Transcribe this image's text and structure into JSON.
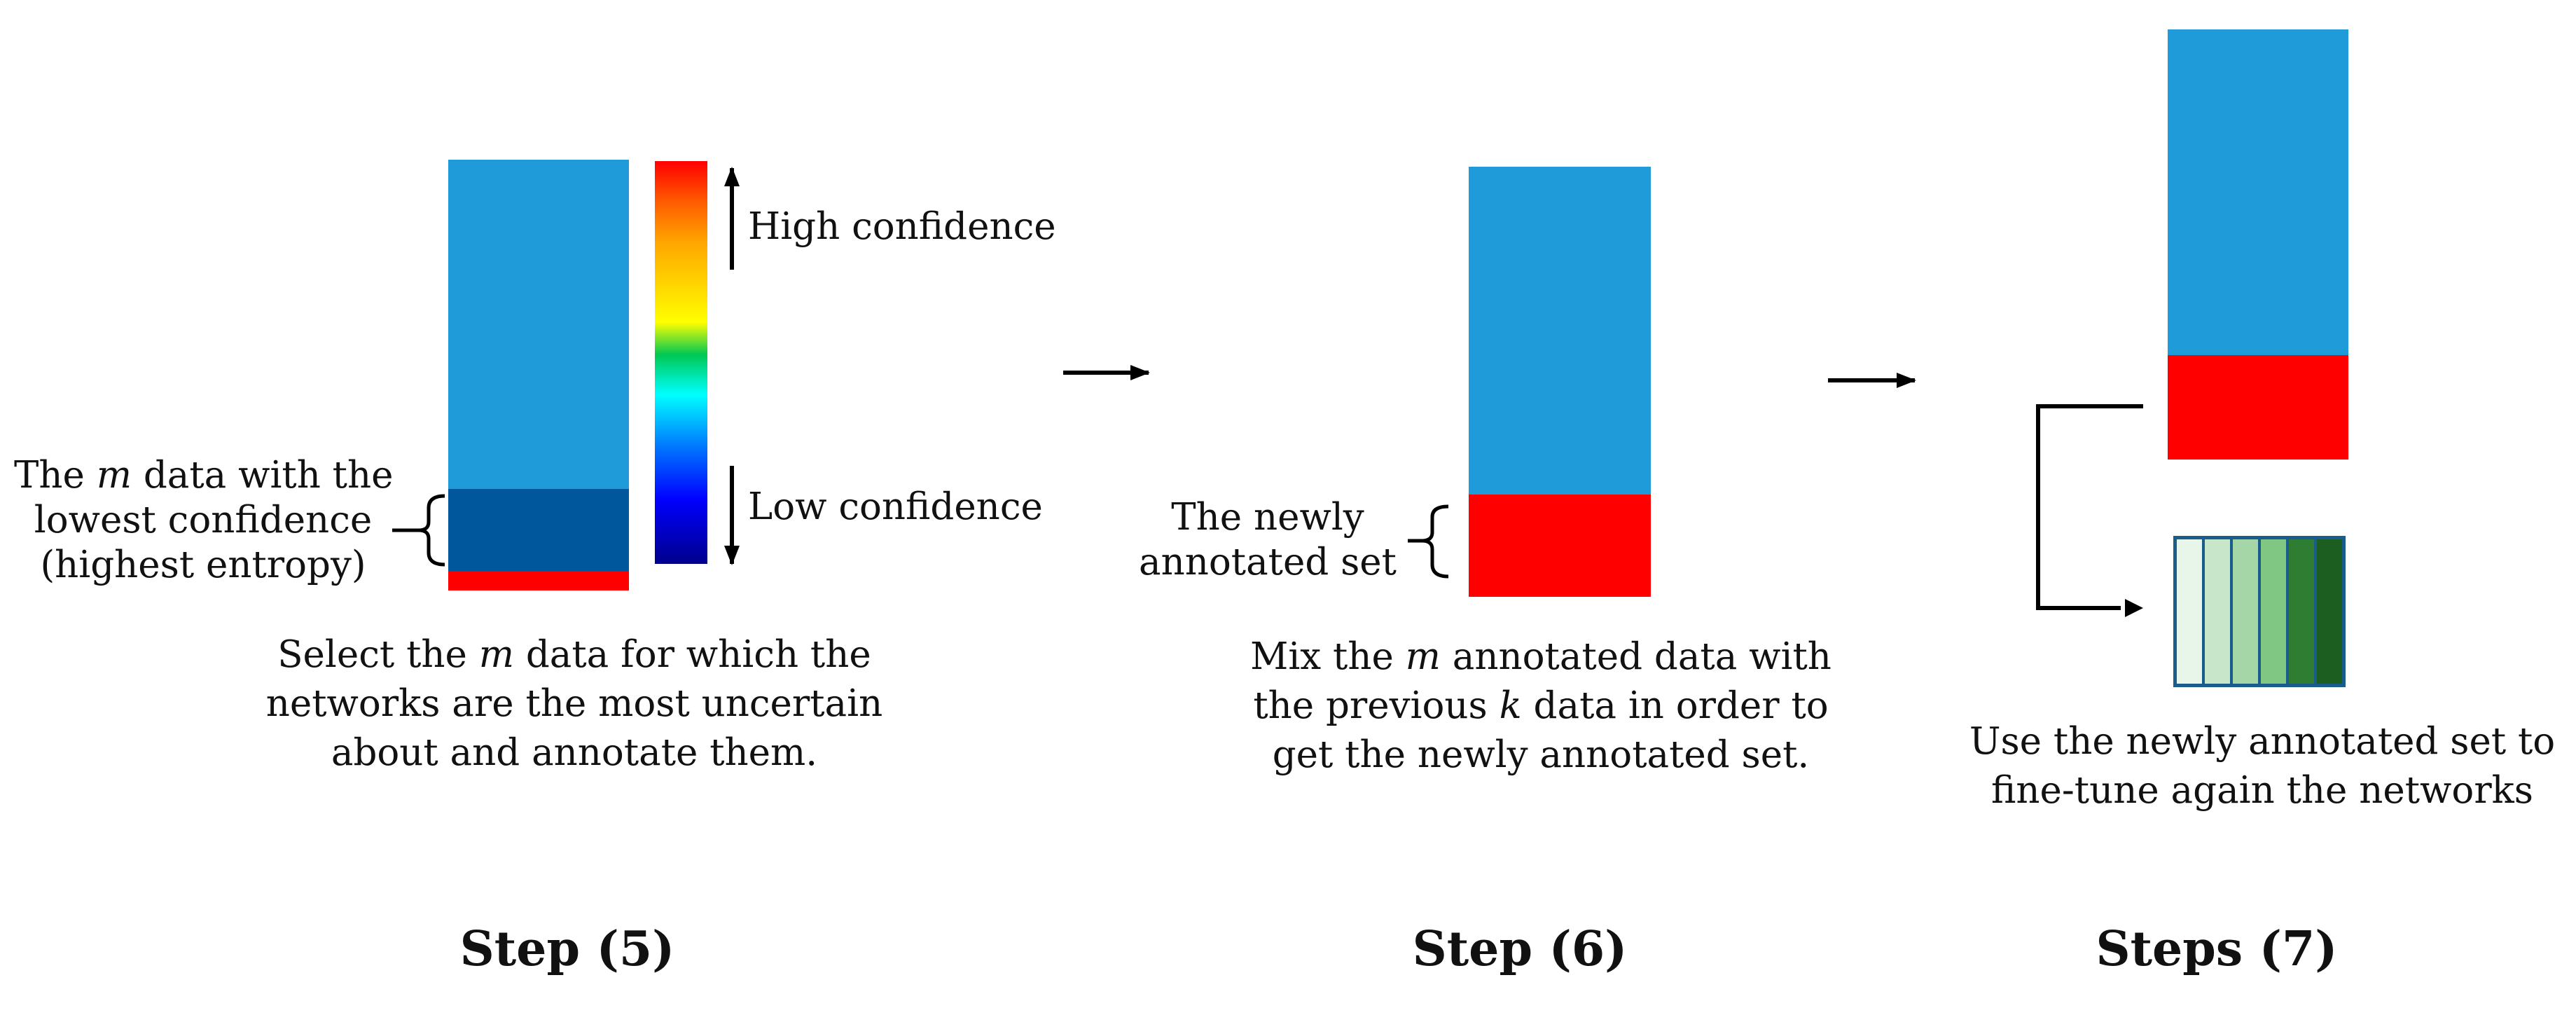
{
  "step5": {
    "high_confidence": "High confidence",
    "low_confidence": "Low confidence",
    "m_label": {
      "line1_pre": "The ",
      "var": "m",
      "line1_post": " data with the",
      "line2": "lowest confidence",
      "line3": "(highest entropy)"
    },
    "caption": {
      "line1_pre": "Select the ",
      "var": "m",
      "line1_post": " data for which the",
      "line2": "networks are the most uncertain",
      "line3": "about and annotate them."
    },
    "title": "Step (5)"
  },
  "step6": {
    "newly_label": {
      "line1": "The newly",
      "line2": "annotated set"
    },
    "caption": {
      "line1_pre": "Mix the ",
      "var1": "m",
      "line1_post": " annotated data with",
      "line2_pre": "the previous ",
      "var2": "k",
      "line2_post": " data in order to",
      "line3": "get the newly annotated set."
    },
    "title": "Step (6)"
  },
  "step7": {
    "caption": {
      "line1": "Use the newly annotated set to",
      "line2": "fine-tune again the networks"
    },
    "title": "Steps (7)"
  },
  "colors": {
    "blue": "#1e9bd8",
    "dark_blue": "#01579b",
    "red": "#ff0000",
    "greens": [
      "#e8f5e9",
      "#c8e6c9",
      "#a5d6a7",
      "#81c784",
      "#2e7d32",
      "#1b5e20"
    ],
    "segment_border": "#1a5d8a"
  }
}
